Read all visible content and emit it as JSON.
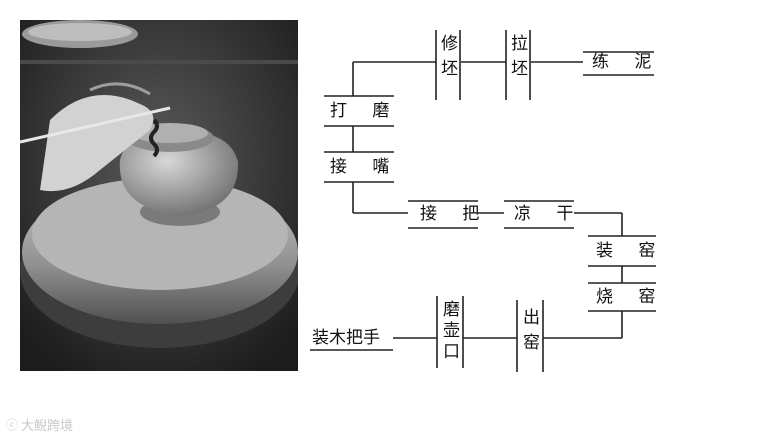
{
  "steps": {
    "liannī": "练 泥",
    "lapi": "拉坯",
    "xiupi": "修坯",
    "damo": "打 磨",
    "jiezui": "接 嘴",
    "jieba": "接 把",
    "lianggan": "凉 干",
    "zhuangyao": "装 窑",
    "shaoyao": "烧 窑",
    "chuyao": "出窑",
    "mohukou": "磨壶口",
    "zhuangmubashou": "装木把手"
  },
  "watermark": {
    "symbol": "ⓒ",
    "text": "大鲵跨境"
  }
}
